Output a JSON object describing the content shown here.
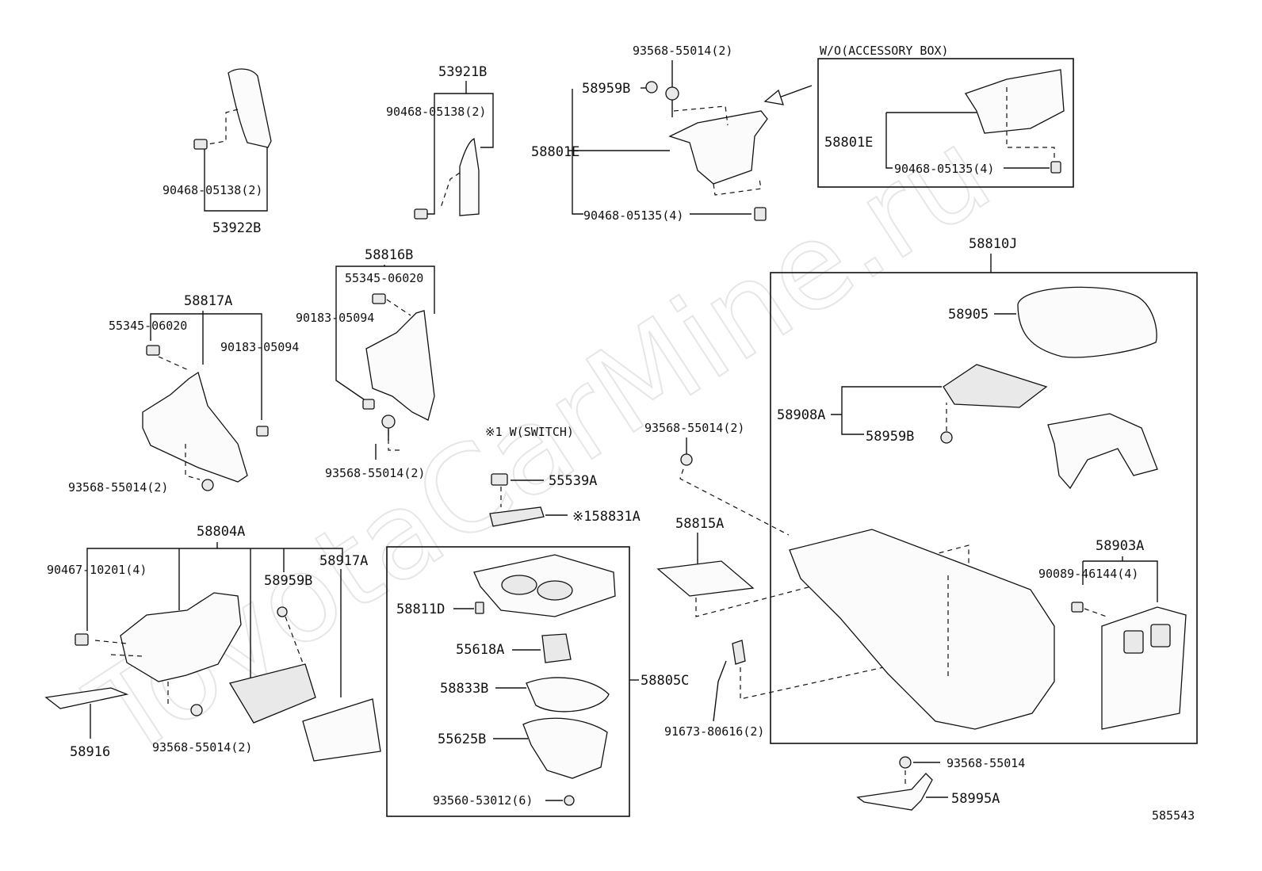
{
  "watermark": "ToyotaCarMine.ru",
  "diagram_id": "585543",
  "labels": {
    "p53921B": "53921B",
    "p53922B": "53922B",
    "p90468_05138_a": "90468-05138(2)",
    "p90468_05138_b": "90468-05138(2)",
    "p93568_55014_top": "93568-55014(2)",
    "p58959B_top": "58959B",
    "p58801E": "58801E",
    "p90468_05135": "90468-05135(4)",
    "wo_accessory": "W/O(ACCESSORY BOX)",
    "p58801E_box": "58801E",
    "p90468_05135_box": "90468-05135(4)",
    "p58816B": "58816B",
    "p55345_06020_a": "55345-06020",
    "p90183_05094_a": "90183-05094",
    "p93568_55014_mid": "93568-55014(2)",
    "p58817A": "58817A",
    "p55345_06020_b": "55345-06020",
    "p90183_05094_b": "90183-05094",
    "p93568_55014_left": "93568-55014(2)",
    "p58810J": "58810J",
    "p58905": "58905",
    "p58908A": "58908A",
    "p58959B_right": "58959B",
    "switch_note": "※1 W(SWITCH)",
    "p55539A": "55539A",
    "p58831A": "※158831A",
    "p93568_55014_ctr": "93568-55014(2)",
    "p58815A": "58815A",
    "p58804A": "58804A",
    "p90467_10201": "90467-10201(4)",
    "p58959B_bottom": "58959B",
    "p58917A": "58917A",
    "p58811D": "58811D",
    "p55618A": "55618A",
    "p58833B": "58833B",
    "p55625B": "55625B",
    "p93560_53012": "93560-53012(6)",
    "p58805C": "58805C",
    "p91673_80616": "91673-80616(2)",
    "p58903A": "58903A",
    "p90089_46144": "90089-46144(4)",
    "p58916": "58916",
    "p93568_55014_bl": "93568-55014(2)",
    "p93568_55014_br": "93568-55014",
    "p58995A": "58995A"
  }
}
